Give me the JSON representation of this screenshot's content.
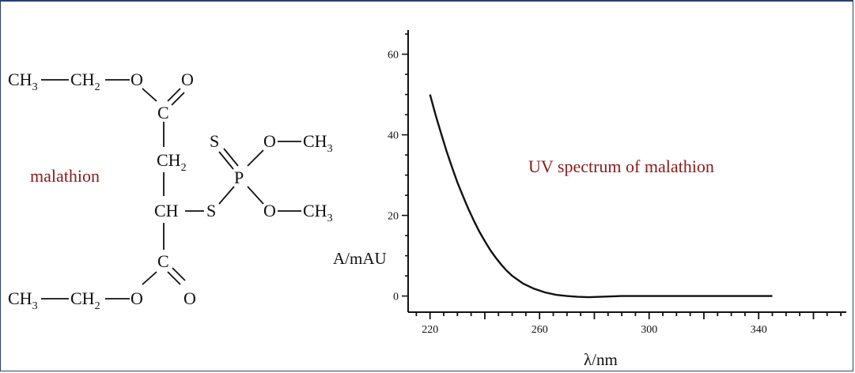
{
  "molecule": {
    "name_label": "malathion",
    "label_color": "#8b1a1a",
    "atoms": {
      "ch3_top": "CH",
      "ch3_top_sub": "3",
      "ch2_top": "CH",
      "ch2_top_sub": "2",
      "o_top": "O",
      "o_top_dbl": "O",
      "c_top": "C",
      "ch2_mid": "CH",
      "ch2_mid_sub": "2",
      "ch_mid": "CH",
      "s_link": "S",
      "p": "P",
      "s_dbl": "S",
      "o_p_top": "O",
      "ch3_p_top": "CH",
      "ch3_p_top_sub": "3",
      "o_p_bot": "O",
      "ch3_p_bot": "CH",
      "ch3_p_bot_sub": "3",
      "c_bot": "C",
      "o_bot_dbl": "O",
      "o_bot": "O",
      "ch3_bot": "CH",
      "ch3_bot_sub": "3",
      "ch2_bot": "CH",
      "ch2_bot_sub": "2"
    }
  },
  "chart_data": {
    "type": "line",
    "title": "UV spectrum of malathion",
    "title_color": "#8b1a1a",
    "xlabel": "λ/nm",
    "ylabel": "A/mAU",
    "xlim": [
      212,
      372
    ],
    "ylim": [
      -4,
      66
    ],
    "x_ticks": [
      220,
      260,
      300,
      340
    ],
    "y_ticks": [
      0,
      20,
      40,
      60
    ],
    "grid": false,
    "series": [
      {
        "x": [
          220,
          222,
          224,
          226,
          228,
          230,
          232,
          234,
          236,
          238,
          240,
          242,
          244,
          246,
          248,
          250,
          254,
          258,
          262,
          266,
          270,
          274,
          278,
          282,
          290,
          300,
          310,
          320,
          330,
          340,
          345
        ],
        "y": [
          50,
          45,
          40.5,
          36,
          32,
          28.2,
          24.8,
          21.6,
          18.7,
          16,
          13.6,
          11.4,
          9.5,
          7.8,
          6.3,
          5,
          3.1,
          1.8,
          0.9,
          0.3,
          0,
          -0.2,
          -0.3,
          -0.2,
          0,
          0,
          0,
          0,
          0,
          0,
          0
        ]
      }
    ],
    "line_color": "#111111"
  }
}
